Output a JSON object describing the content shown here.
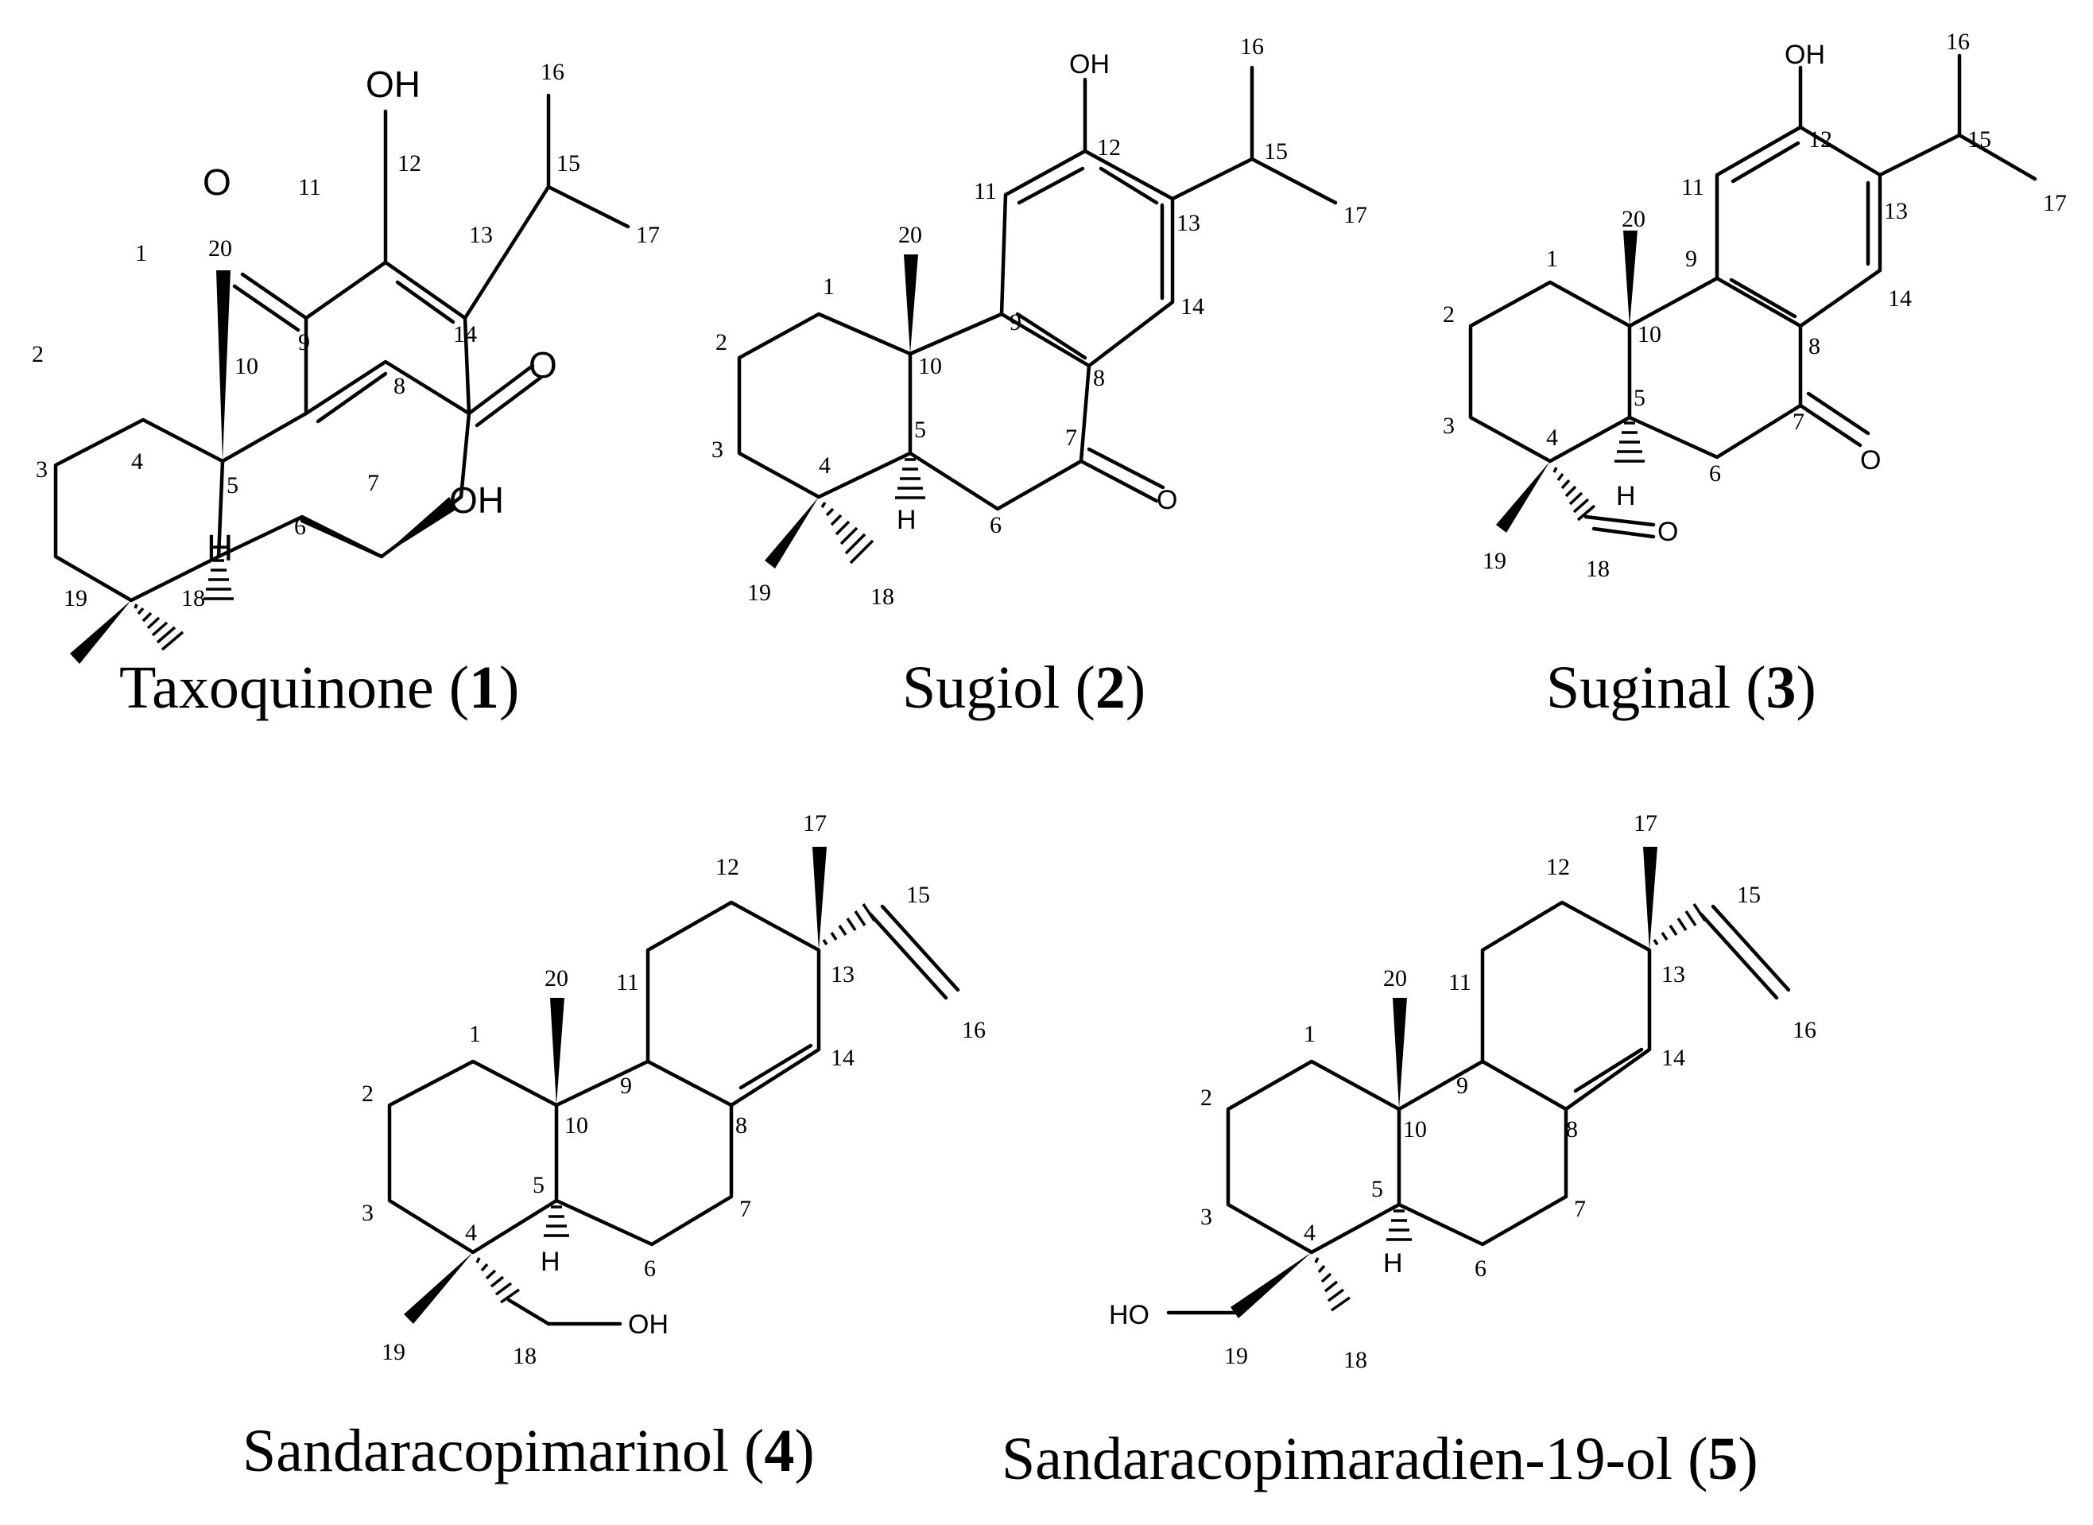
{
  "compounds": [
    {
      "name": "Taxoquinone",
      "number": "1"
    },
    {
      "name": "Sugiol",
      "number": "2"
    },
    {
      "name": "Suginal",
      "number": "3"
    },
    {
      "name": "Sandaracopimarinol",
      "number": "4"
    },
    {
      "name": "Sandaracopimaradien-19-ol",
      "number": "5"
    }
  ],
  "heteroatoms": {
    "hydroxyl": "OH",
    "hydroxyl_left": "HO",
    "oxygen": "O",
    "hydrogen": "H"
  },
  "atom_numbers": [
    "1",
    "2",
    "3",
    "4",
    "5",
    "6",
    "7",
    "8",
    "9",
    "10",
    "11",
    "12",
    "13",
    "14",
    "15",
    "16",
    "17",
    "18",
    "19",
    "20"
  ]
}
